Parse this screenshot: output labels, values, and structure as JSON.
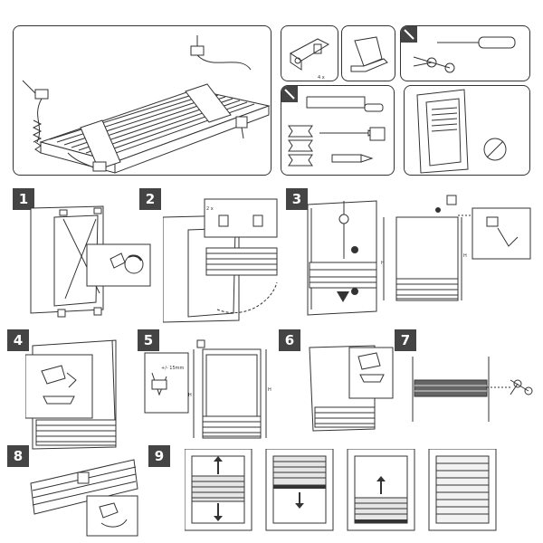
{
  "labels": {
    "bracket_qty": "4 x",
    "qty_2x": "2 x",
    "h_left": "H",
    "h_right": "H",
    "h5_left": "H",
    "h5_right": "H",
    "cord_gap": "+/- 15mm"
  },
  "steps": [
    "1",
    "2",
    "3",
    "4",
    "5",
    "6",
    "7",
    "8",
    "9"
  ],
  "colors": {
    "ink": "#333333",
    "badge": "#444444",
    "fabric": "#e6e6e6",
    "dark": "#666666"
  }
}
